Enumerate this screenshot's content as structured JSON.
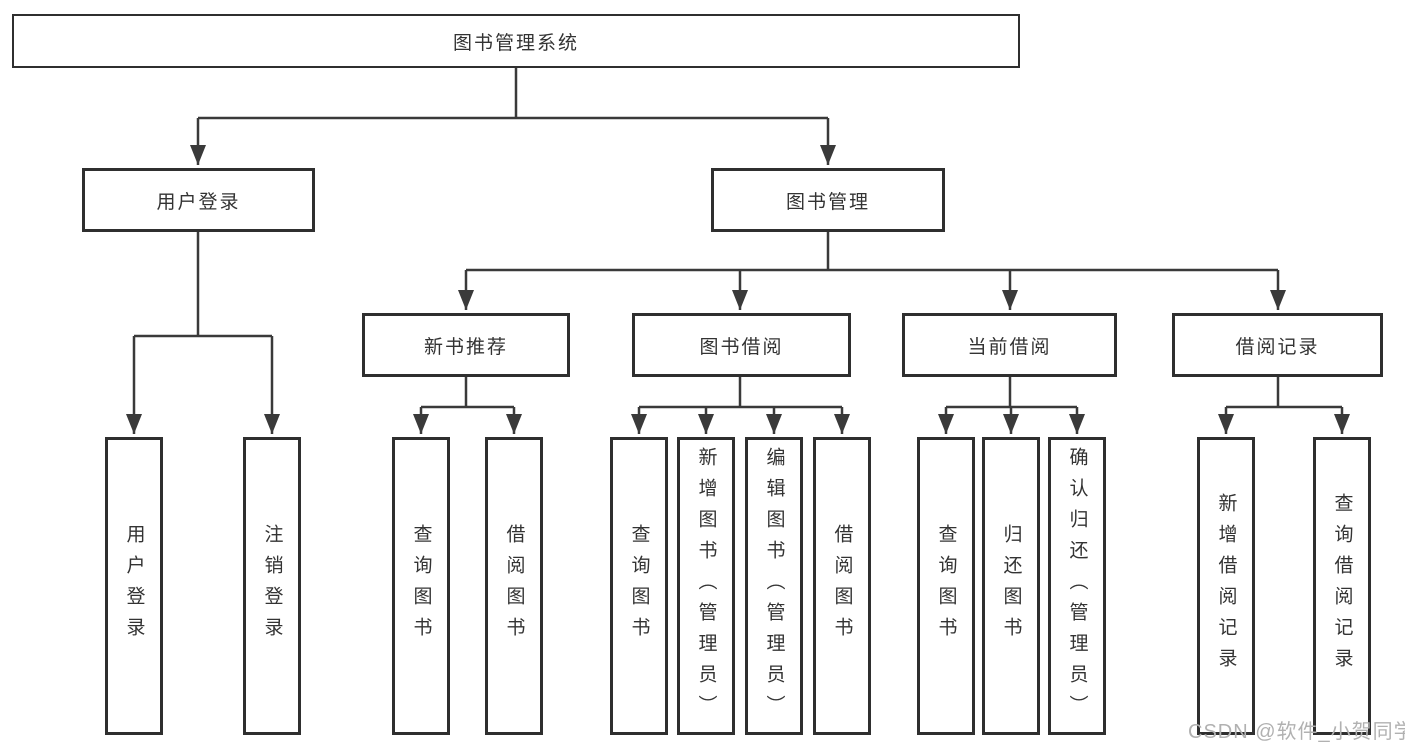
{
  "diagram": {
    "title": "图书管理系统",
    "colors": {
      "line": "#3a3a3a",
      "border": "#2f2f2f",
      "text": "#333333",
      "watermark": "#b1b1b1",
      "background": "#ffffff"
    },
    "nodes": {
      "root": {
        "label": "图书管理系统"
      },
      "user_login": {
        "label": "用户登录"
      },
      "book_mgmt": {
        "label": "图书管理"
      },
      "new_book_rec": {
        "label": "新书推荐"
      },
      "book_borrow": {
        "label": "图书借阅"
      },
      "current_borrow": {
        "label": "当前借阅"
      },
      "borrow_records": {
        "label": "借阅记录"
      },
      "leaf_user_login": {
        "label": "用户登录"
      },
      "leaf_logout": {
        "label": "注销登录"
      },
      "leaf_nbr_query": {
        "label": "查询图书"
      },
      "leaf_nbr_borrow": {
        "label": "借阅图书"
      },
      "leaf_bb_query": {
        "label": "查询图书"
      },
      "leaf_bb_add": {
        "label": "新增图书（管理员）"
      },
      "leaf_bb_edit": {
        "label": "编辑图书（管理员）"
      },
      "leaf_bb_borrow": {
        "label": "借阅图书"
      },
      "leaf_cb_query": {
        "label": "查询图书"
      },
      "leaf_cb_return": {
        "label": "归还图书"
      },
      "leaf_cb_confirm": {
        "label": "确认归还（管理员）"
      },
      "leaf_br_add": {
        "label": "新增借阅记录"
      },
      "leaf_br_query": {
        "label": "查询借阅记录"
      }
    },
    "watermark": "CSDN @软件_小贺同学"
  }
}
